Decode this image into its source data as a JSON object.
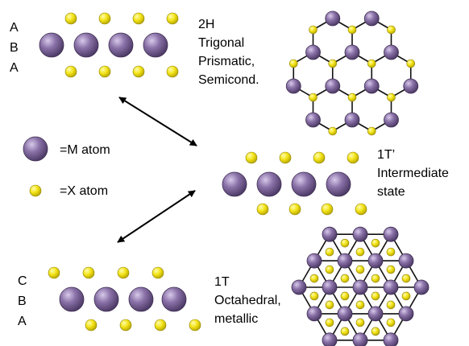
{
  "phases": {
    "h2": {
      "label": "2H",
      "desc": [
        "Trigonal",
        "Prismatic,",
        "Semicond."
      ],
      "stacking": [
        "A",
        "B",
        "A"
      ]
    },
    "t1p": {
      "label": "1T’",
      "desc": [
        "Intermediate",
        "state"
      ]
    },
    "t1": {
      "label": "1T",
      "desc": [
        "Octahedral,",
        "metallic"
      ],
      "stacking": [
        "C",
        "B",
        "A"
      ]
    }
  },
  "legend": {
    "m_atom": "=M atom",
    "x_atom": "=X atom"
  },
  "colors": {
    "m_atom": "#7b6296",
    "x_atom": "#f0e21c",
    "bond": "#111111"
  }
}
